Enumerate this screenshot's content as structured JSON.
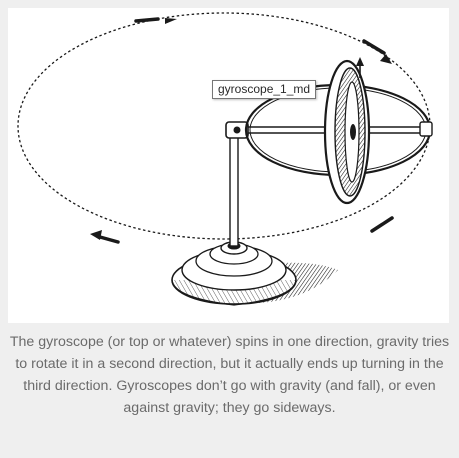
{
  "figure": {
    "image_tooltip": "gyroscope_1_md",
    "caption": "The gyroscope (or top or whatever) spins in one direction, gravity tries to rotate it in a second direction, but it actually ends up turning in the third direction.  Gyroscopes don’t go with gravity (and fall), or even against gravity; they go sideways."
  },
  "colors": {
    "page_background": "#efefef",
    "image_background": "#ffffff",
    "caption_text": "#6b6b6b",
    "ink": "#1a1a1a"
  },
  "icons": [
    "gyroscope-illustration"
  ]
}
